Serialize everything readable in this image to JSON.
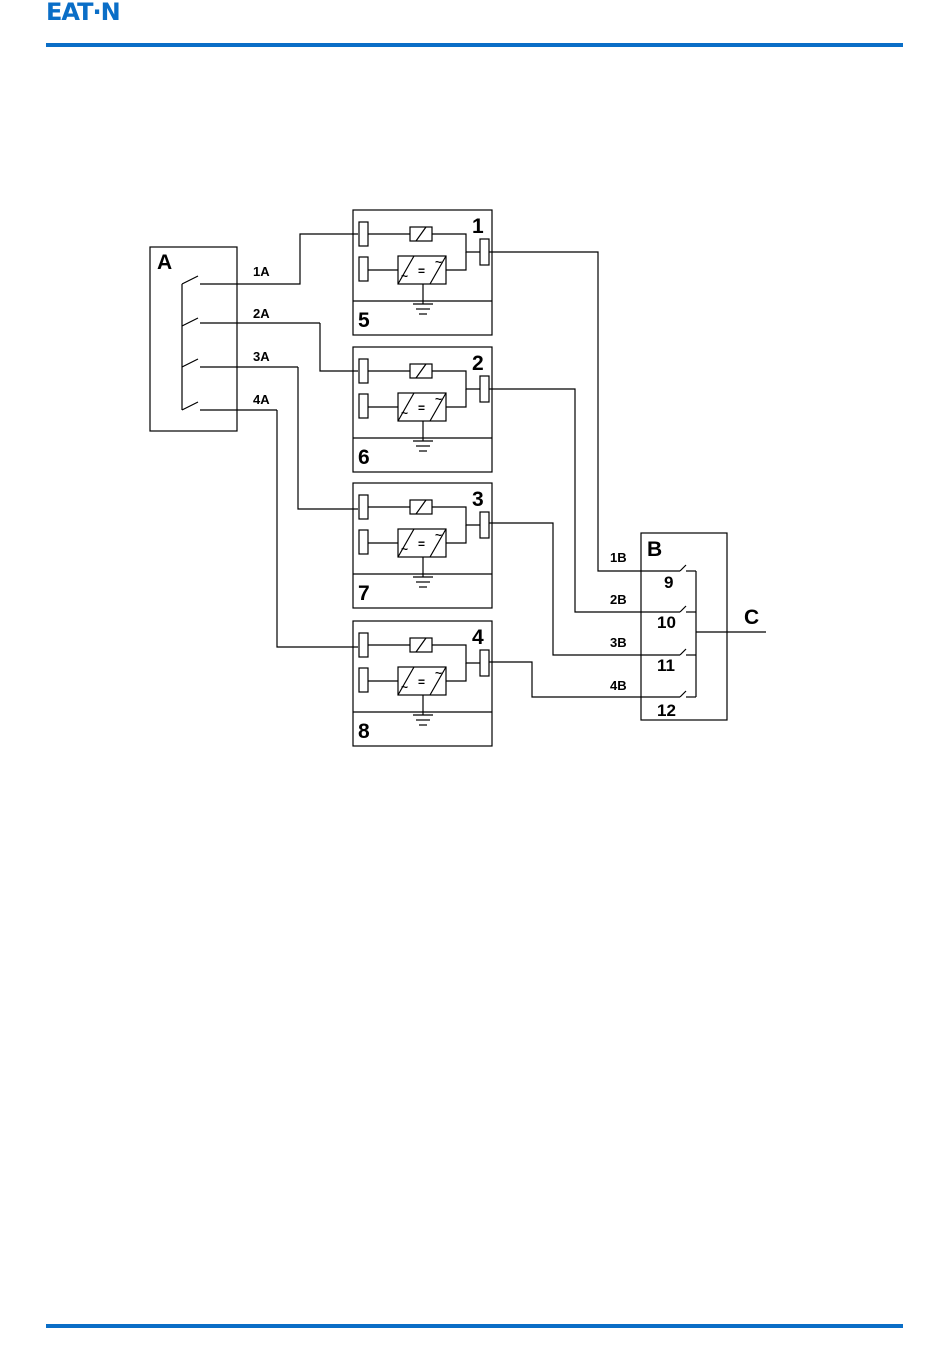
{
  "header": {
    "logo_text": "EAT·N",
    "rule_color": "#0a6ec7"
  },
  "diagram": {
    "label_a": "A",
    "label_b": "B",
    "label_c": "C",
    "ups_modules": [
      {
        "id": "1",
        "bypass_id": "5"
      },
      {
        "id": "2",
        "bypass_id": "6"
      },
      {
        "id": "3",
        "bypass_id": "7"
      },
      {
        "id": "4",
        "bypass_id": "8"
      }
    ],
    "input_lines": [
      "1A",
      "2A",
      "3A",
      "4A"
    ],
    "output_lines": [
      "1B",
      "2B",
      "3B",
      "4B"
    ],
    "output_switches": [
      "9",
      "10",
      "11",
      "12"
    ],
    "symbols": {
      "equal": "=",
      "ac": "~"
    }
  }
}
